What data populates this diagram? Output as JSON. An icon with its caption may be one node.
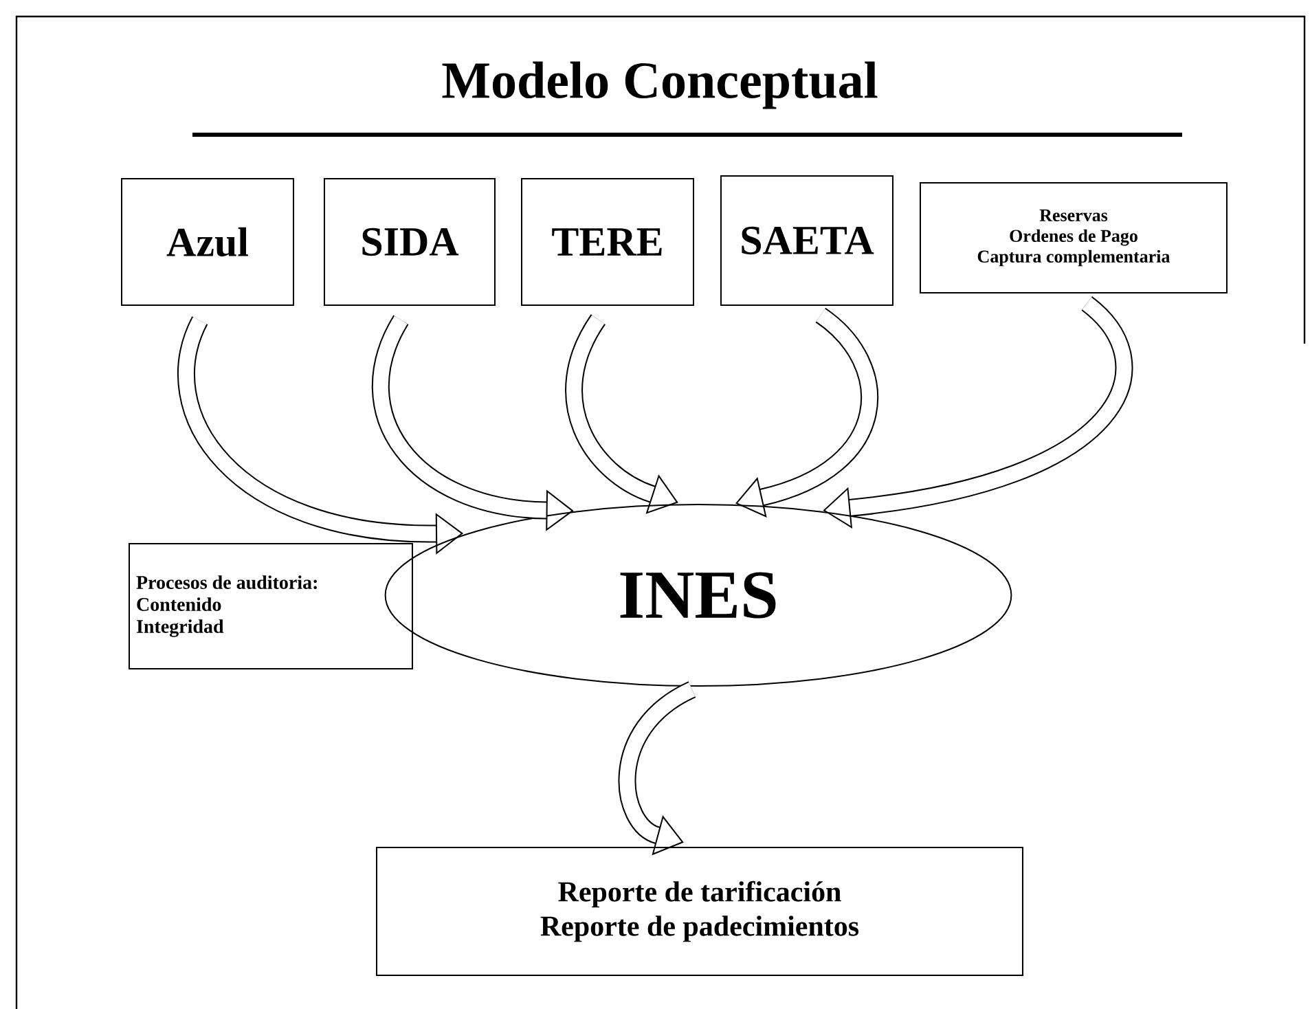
{
  "diagram": {
    "title": "Modelo Conceptual",
    "nodes": [
      {
        "text": [
          "Azul"
        ]
      },
      {
        "text": [
          "SIDA"
        ]
      },
      {
        "text": [
          "TERE"
        ]
      },
      {
        "text": [
          "SAETA"
        ]
      },
      {
        "text": [
          "Reservas",
          "Ordenes de Pago",
          "Captura complementaria"
        ]
      },
      {
        "text": [
          "Procesos de auditoria:",
          "Contenido",
          "Integridad"
        ]
      },
      {
        "text": [
          "INES"
        ]
      },
      {
        "text": [
          "Reporte de tarificación",
          "Reporte de padecimientos"
        ]
      }
    ],
    "edges": [
      {
        "from": 0,
        "to": 6,
        "arrow": "to"
      },
      {
        "from": 1,
        "to": 6,
        "arrow": "to"
      },
      {
        "from": 2,
        "to": 6,
        "arrow": "to"
      },
      {
        "from": 3,
        "to": 6,
        "arrow": "to"
      },
      {
        "from": 4,
        "to": 6,
        "arrow": "to"
      },
      {
        "from": 6,
        "to": 7,
        "arrow": "to"
      }
    ]
  }
}
